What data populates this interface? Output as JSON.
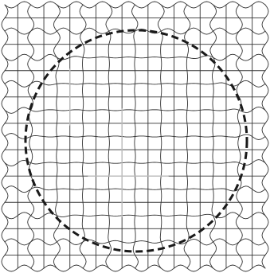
{
  "figure": {
    "type": "distorted-grid-with-circular-region",
    "outer_pattern": "wavy-interlocking-curves",
    "inner_pattern": "near-regular-square-grid",
    "boundary_style": "dashed",
    "grid_divisions": 20,
    "colors": {
      "background": "#ffffff",
      "grid_line": "#333333",
      "highlight_line": "#bdbdbd",
      "boundary": "#1a1a1a"
    }
  }
}
